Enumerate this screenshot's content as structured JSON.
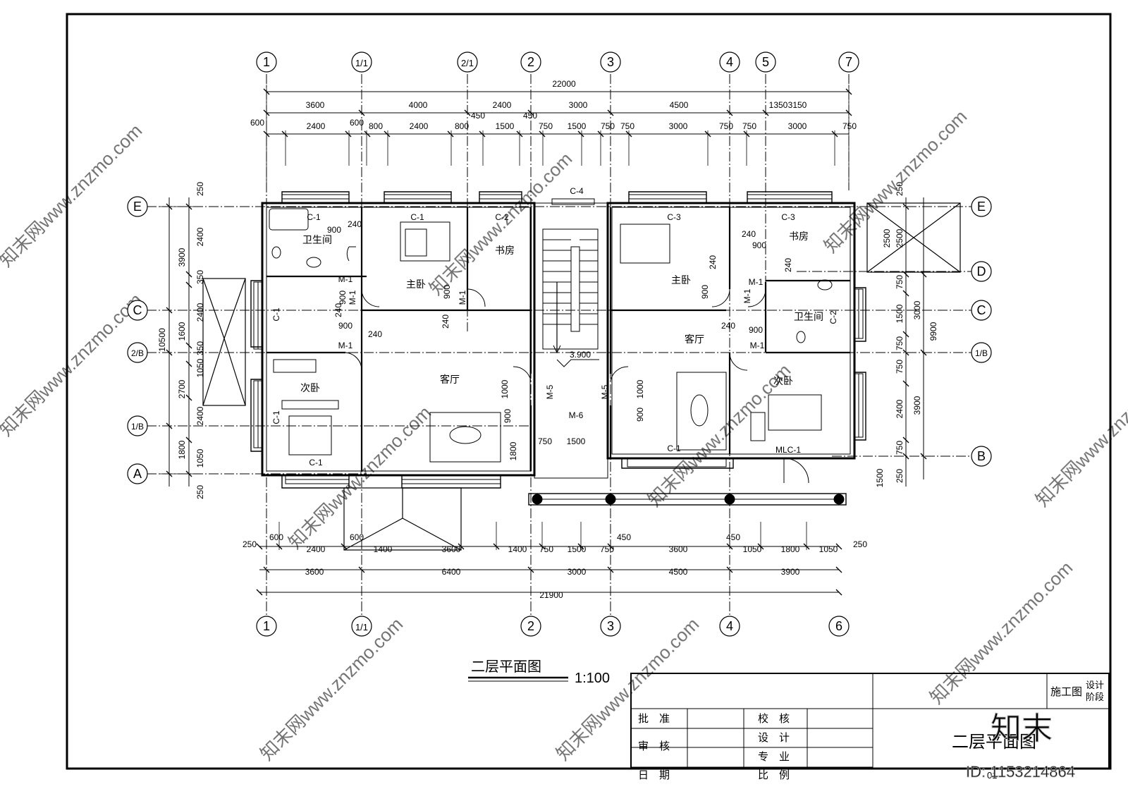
{
  "drawing": {
    "title": "二层平面图",
    "scale": "1:100",
    "elevation": "3.900",
    "watermark_id": "ID: 1153214864",
    "watermark_brand": "知末",
    "watermark_site": "知末网www.znzmo.com"
  },
  "axes": {
    "top": [
      "1",
      "1/1",
      "2/1",
      "2",
      "3",
      "4",
      "5",
      "7"
    ],
    "bottom": [
      "1",
      "1/1",
      "2",
      "3",
      "4",
      "6"
    ],
    "left": [
      "E",
      "C",
      "2/B",
      "1/B",
      "A"
    ],
    "right": [
      "E",
      "D",
      "C",
      "1/B",
      "B"
    ]
  },
  "dimensions": {
    "top_total": "22000",
    "top_row1": [
      "3600",
      "4000",
      "2400",
      "3000",
      "4500",
      "1350",
      "3150"
    ],
    "top_row2": [
      "600",
      "2400",
      "600",
      "800",
      "2400",
      "800",
      "450",
      "1500",
      "450",
      "750",
      "1500",
      "750",
      "750",
      "3000",
      "750",
      "750",
      "3000",
      "750"
    ],
    "bottom_total": "21900",
    "bottom_row1": [
      "3600",
      "6400",
      "3000",
      "4500",
      "3900"
    ],
    "bottom_row2": [
      "250",
      "600",
      "2400",
      "600",
      "1400",
      "3600",
      "1400",
      "750",
      "1500",
      "750",
      "450",
      "3600",
      "450",
      "1050",
      "1800",
      "1050",
      "250"
    ],
    "left_total": "10500",
    "left_row1": [
      "3900",
      "1600",
      "2700",
      "1800"
    ],
    "left_row2": [
      "250",
      "2400",
      "350",
      "2400",
      "350",
      "1050",
      "2400",
      "1050",
      "250"
    ],
    "right_total": "9900",
    "right_row1": [
      "3000",
      "3900"
    ],
    "right_row2": [
      "250",
      "2500",
      "750",
      "1500",
      "750",
      "750",
      "2400",
      "750",
      "250",
      "1500"
    ],
    "interior": [
      "900",
      "240",
      "900",
      "240",
      "900",
      "240",
      "900",
      "240",
      "1000",
      "900",
      "1000",
      "900",
      "1800",
      "750",
      "1500",
      "240",
      "900",
      "240",
      "900",
      "240",
      "900",
      "240",
      "2500"
    ]
  },
  "rooms": [
    "卫生间",
    "主卧",
    "书房",
    "次卧",
    "客厅",
    "客厅",
    "主卧",
    "书房",
    "卫生间",
    "次卧"
  ],
  "labels": {
    "windows": [
      "C-1",
      "C-1",
      "C-2",
      "C-3",
      "C-3",
      "C-1",
      "C-1",
      "C-2",
      "C-4",
      "C-1",
      "C-1",
      "MLC-1"
    ],
    "doors": [
      "M-1",
      "M-1",
      "M-1",
      "M-1",
      "M-1",
      "M-1",
      "M-5",
      "M-5",
      "M-6",
      "M-1"
    ]
  },
  "title_block": {
    "stage": "施工图",
    "stage_label_1": "设计",
    "stage_label_2": "阶段",
    "row_labels_left": [
      "批　准",
      "审　核",
      "日　期"
    ],
    "row_labels_mid": [
      "校　核",
      "设　计",
      "专　业",
      "比　例"
    ],
    "drawing_name": "二层平面图",
    "sheet_no": "01"
  }
}
